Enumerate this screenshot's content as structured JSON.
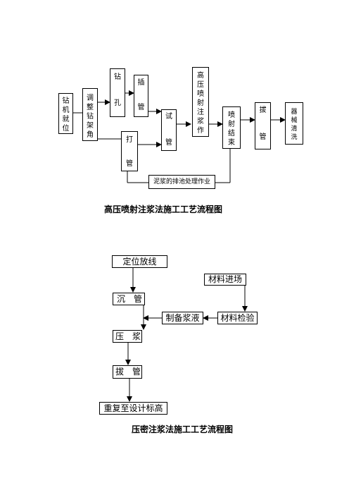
{
  "diagram1": {
    "boxes": {
      "zuanji_jiuwei": "钻机就位",
      "tiaozheng_zuanjiajiao": "调整钻架角",
      "zuankong_top": "钻",
      "zuankong_bottom": "孔",
      "chaguan_top": "插",
      "chaguan_bottom": "管",
      "daguan_top": "打",
      "daguan_bottom": "管",
      "shiguan_top": "试",
      "shiguan_bottom": "管",
      "gaoya_penshe": "高压喷射注浆作",
      "penshe_jieshu": "喷射结束",
      "baguan_top": "拔",
      "baguan_bottom": "管",
      "qixie_qingxi": "器械清洗",
      "nijiang": "泥浆的排池处理作业"
    },
    "title": "高压喷射注浆法施工工艺流程图"
  },
  "diagram2": {
    "boxes": {
      "dingwei_fangxian": "定位放线",
      "cailiao_jinchang": "材料进场",
      "chenguan": "沉　管",
      "zhibei_jiangye": "制备浆液",
      "cailiao_jianyan": "材料检验",
      "yajiang": "压　浆",
      "baguan": "拔　管",
      "chongfu": "重复至设计标高"
    },
    "title": "压密注浆法施工工艺流程图"
  }
}
